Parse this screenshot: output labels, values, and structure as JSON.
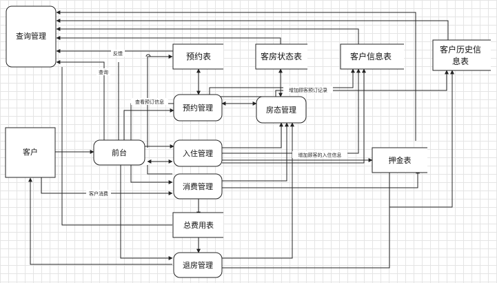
{
  "nodes": {
    "query": "查询管理",
    "customer": "客户",
    "frontdesk": "前台",
    "reservation_mgmt": "预约管理",
    "room_mgmt": "房态管理",
    "checkin_mgmt": "入住管理",
    "consumption_mgmt": "消费管理",
    "checkout_mgmt": "退房管理"
  },
  "stores": {
    "reservation_table": "预约表",
    "room_status_table": "客房状态表",
    "customer_info_table": "客户信息表",
    "history_line1": "客户历史信",
    "history_line2": "息表",
    "deposit_table": "押金表",
    "total_fee_table": "总费用表"
  },
  "edge_labels": {
    "feedback": "反馈",
    "query": "查询",
    "view_reservation": "查看预订信息",
    "add_reservation_record": "增加顾客预订记录",
    "add_checkin_info": "增加顾客的入住信息",
    "customer_consumption": "客户消费"
  }
}
